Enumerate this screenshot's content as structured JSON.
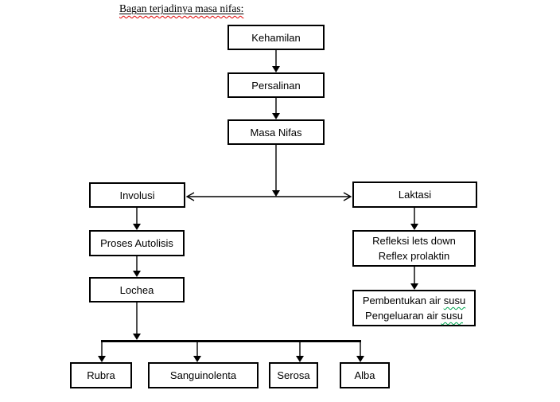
{
  "title": {
    "text": "Bagan terjadinya masa nifas:"
  },
  "colors": {
    "line": "#000000",
    "background": "#ffffff",
    "spellcheck_red": "#e00000",
    "grammar_green": "#00a651"
  },
  "nodes": {
    "kehamilan": "Kehamilan",
    "persalinan": "Persalinan",
    "masa_nifas": "Masa Nifas",
    "involusi": "Involusi",
    "laktasi": "Laktasi",
    "proses_autolisis": "Proses Autolisis",
    "refleksi_line1": "Refleksi lets down",
    "refleksi_line2": "Reflex prolaktin",
    "lochea": "Lochea",
    "pembentukan_line1_prefix": "Pembentukan air",
    "pembentukan_line1_marked": "susu",
    "pembentukan_line2_prefix": "Pengeluaran air",
    "pembentukan_line2_marked": "susu",
    "rubra": "Rubra",
    "sanguinolenta": "Sanguinolenta",
    "serosa": "Serosa",
    "alba": "Alba"
  }
}
